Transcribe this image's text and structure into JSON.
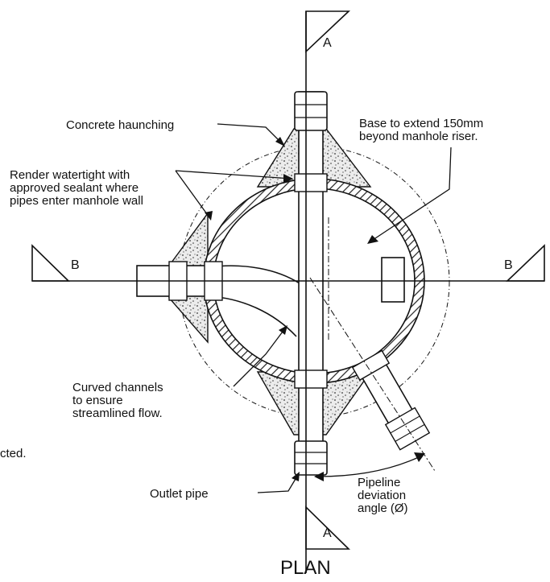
{
  "title": "PLAN",
  "labels": {
    "concrete_haunching": "Concrete haunching",
    "render_line1": "Render watertight with",
    "render_line2": "approved sealant where",
    "render_line3": "pipes enter manhole wall",
    "base_line1": "Base to extend 150mm",
    "base_line2": "beyond manhole riser.",
    "curved_line1": "Curved channels",
    "curved_line2": "to  ensure",
    "curved_line3": "streamlined flow.",
    "outlet_pipe": "Outlet pipe",
    "deviation_line1": "Pipeline",
    "deviation_line2": "deviation",
    "deviation_line3": "angle (Ø)",
    "cut_text": "cted."
  },
  "sections": {
    "a_top": "A",
    "a_bottom": "A",
    "b_left": "B",
    "b_right": "B"
  },
  "colors": {
    "ink": "#111111",
    "hatch": "#222222",
    "haunch_fill": "#e9e9e9",
    "paper": "#ffffff"
  }
}
